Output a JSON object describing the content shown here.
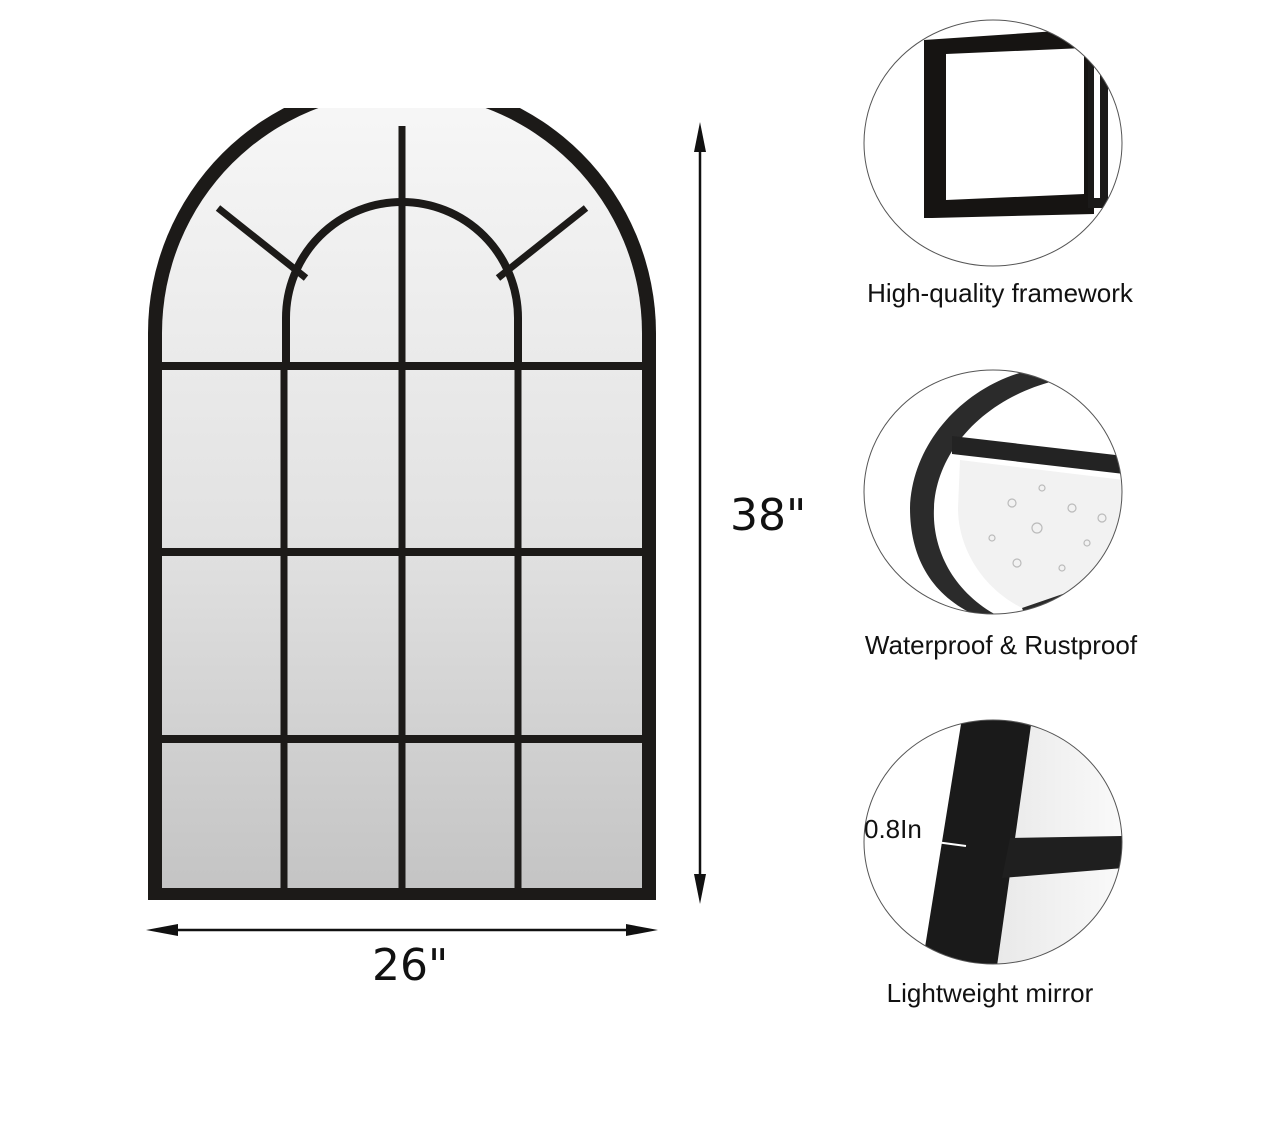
{
  "product": {
    "type": "arched window-pane wall mirror",
    "frame_color": "#1c1a18",
    "glass_colors": [
      "#f4f4f4",
      "#c8c8c8"
    ]
  },
  "dimensions": {
    "width_label": "26\"",
    "height_label": "38\""
  },
  "features": [
    {
      "caption": "High-quality framework",
      "icon": "frame-corner-detail"
    },
    {
      "caption": "Waterproof & Rustproof",
      "icon": "water-droplets-on-glass"
    },
    {
      "caption": "Lightweight mirror",
      "icon": "frame-thickness-detail",
      "annotation": "0.8In"
    }
  ]
}
